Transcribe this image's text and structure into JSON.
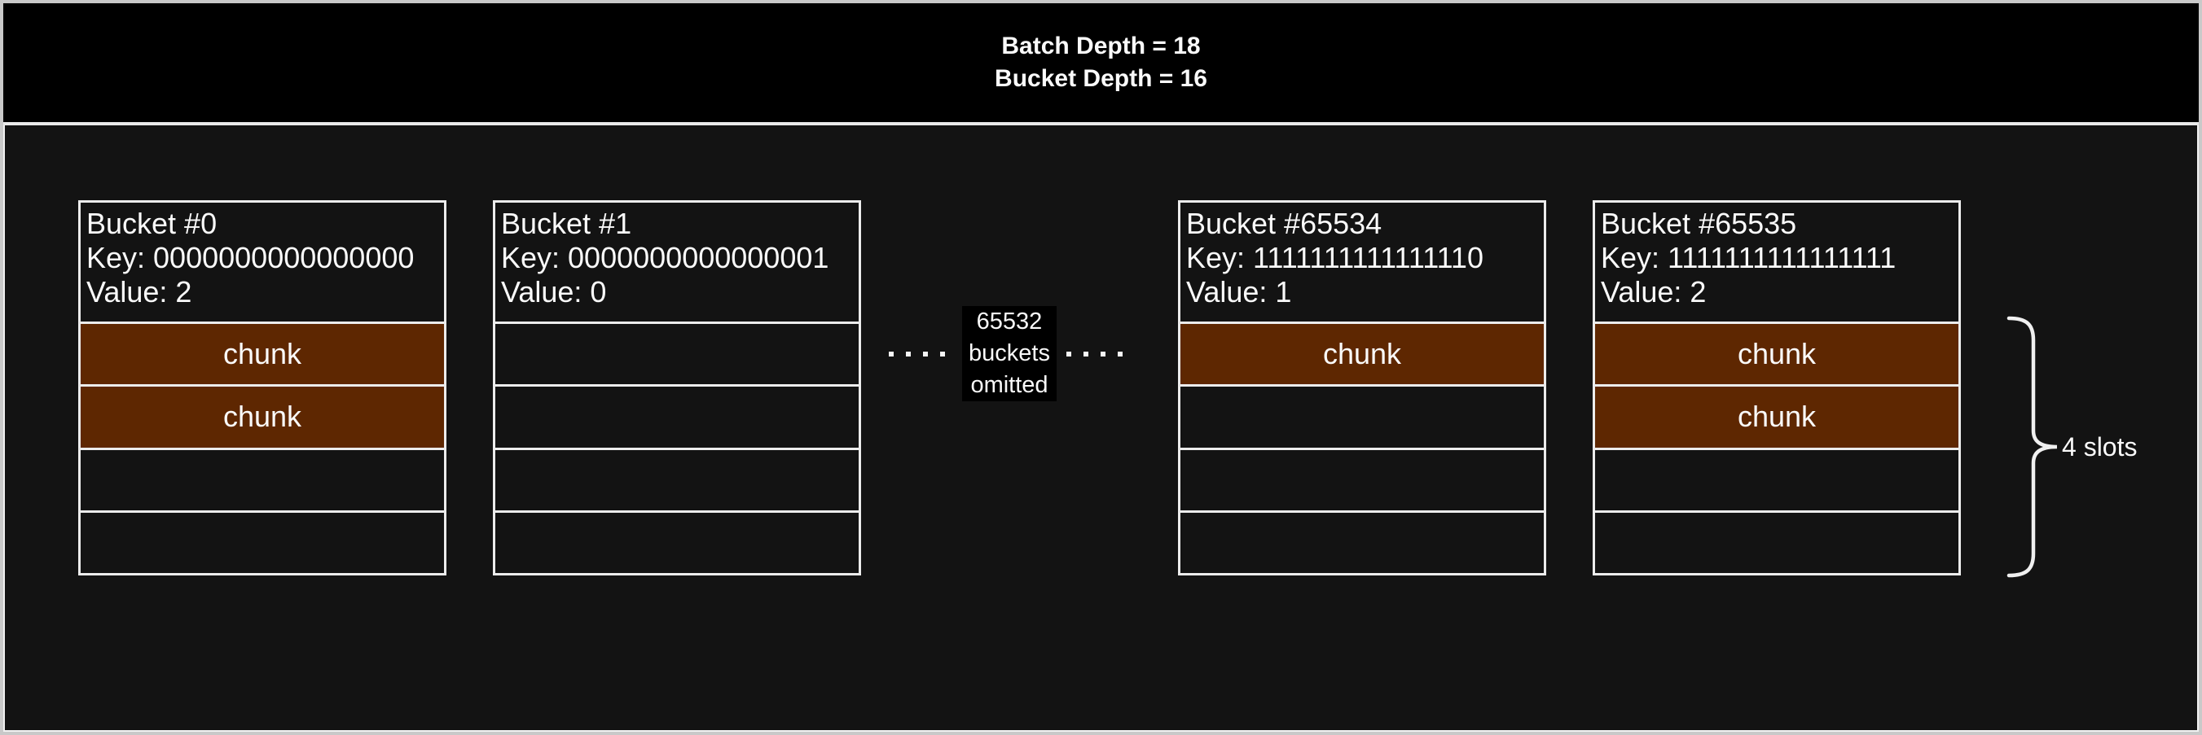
{
  "header": {
    "line1": "Batch Depth = 18",
    "line2": "Bucket Depth = 16"
  },
  "buckets": [
    {
      "name": "Bucket #0",
      "key": "Key: 0000000000000000",
      "value": "Value: 2",
      "slots": [
        "chunk",
        "chunk",
        "",
        ""
      ]
    },
    {
      "name": "Bucket #1",
      "key": "Key: 0000000000000001",
      "value": "Value: 0",
      "slots": [
        "",
        "",
        "",
        ""
      ]
    },
    {
      "name": "Bucket #65534",
      "key": "Key: 1111111111111110",
      "value": "Value: 1",
      "slots": [
        "chunk",
        "",
        "",
        ""
      ]
    },
    {
      "name": "Bucket #65535",
      "key": "Key: 1111111111111111",
      "value": "Value: 2",
      "slots": [
        "chunk",
        "chunk",
        "",
        ""
      ]
    }
  ],
  "omitted": {
    "line1": "65532",
    "line2": "buckets",
    "line3": "omitted"
  },
  "annotation": {
    "slots_label": "4 slots"
  },
  "colors": {
    "chunk_fill": "#5e2701",
    "background": "#131313",
    "header_background": "#000000",
    "line": "#ececec",
    "text": "#fafafa"
  }
}
